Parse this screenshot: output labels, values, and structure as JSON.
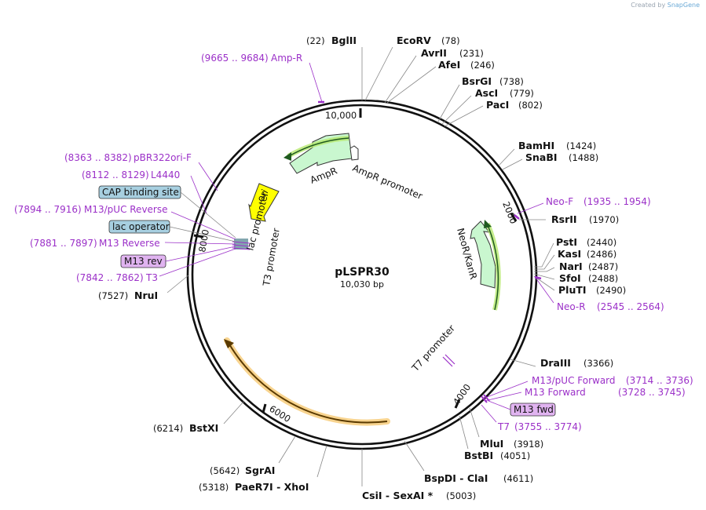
{
  "credit": {
    "prefix": "Created by",
    "brand": "SnapGene"
  },
  "plasmid": {
    "name": "pLSPR30",
    "size_label": "10,030 bp"
  },
  "ruler_ticks": [
    "10,000",
    "2000",
    "4000",
    "6000",
    "8000"
  ],
  "sites": [
    {
      "name": "BglII",
      "pos": "(22)"
    },
    {
      "name": "EcoRV",
      "pos": "(78)"
    },
    {
      "name": "AvrII",
      "pos": "(231)"
    },
    {
      "name": "AfeI",
      "pos": "(246)"
    },
    {
      "name": "BsrGI",
      "pos": "(738)"
    },
    {
      "name": "AscI",
      "pos": "(779)"
    },
    {
      "name": "PacI",
      "pos": "(802)"
    },
    {
      "name": "BamHI",
      "pos": "(1424)"
    },
    {
      "name": "SnaBI",
      "pos": "(1488)"
    },
    {
      "name": "RsrII",
      "pos": "(1970)"
    },
    {
      "name": "PstI",
      "pos": "(2440)"
    },
    {
      "name": "KasI",
      "pos": "(2486)"
    },
    {
      "name": "NarI",
      "pos": "(2487)"
    },
    {
      "name": "SfoI",
      "pos": "(2488)"
    },
    {
      "name": "PluTI",
      "pos": "(2490)"
    },
    {
      "name": "DraIII",
      "pos": "(3366)"
    },
    {
      "name": "MluI",
      "pos": "(3918)"
    },
    {
      "name": "BstBI",
      "pos": "(4051)"
    },
    {
      "name": "BspDI - ClaI",
      "pos": "(4611)"
    },
    {
      "name": "CsiI - SexAI *",
      "pos": "(5003)"
    },
    {
      "name": "PaeR7I - XhoI",
      "pos": "(5318)"
    },
    {
      "name": "SgrAI",
      "pos": "(5642)"
    },
    {
      "name": "BstXI",
      "pos": "(6214)"
    },
    {
      "name": "NruI",
      "pos": "(7527)"
    }
  ],
  "primers": [
    {
      "name": "Amp-R",
      "range": "(9665 .. 9684)"
    },
    {
      "name": "pBR322ori-F",
      "range": "(8363 .. 8382)"
    },
    {
      "name": "L4440",
      "range": "(8112 .. 8129)"
    },
    {
      "name": "M13/pUC Reverse",
      "range": "(7894 .. 7916)"
    },
    {
      "name": "M13 Reverse",
      "range": "(7881 .. 7897)"
    },
    {
      "name": "T3",
      "range": "(7842 .. 7862)"
    },
    {
      "name": "Neo-F",
      "range": "(1935 .. 1954)"
    },
    {
      "name": "Neo-R",
      "range": "(2545 .. 2564)"
    },
    {
      "name": "M13/pUC Forward",
      "range": "(3714 .. 3736)"
    },
    {
      "name": "M13 Forward",
      "range": "(3728 .. 3745)"
    },
    {
      "name": "T7",
      "range": "(3755 .. 3774)"
    }
  ],
  "boxed_features": [
    {
      "name": "CAP binding site",
      "color": "#a7cfe0"
    },
    {
      "name": "lac operator",
      "color": "#a7cfe0"
    },
    {
      "name": "M13 rev",
      "color": "#e0b3f0"
    },
    {
      "name": "M13 fwd",
      "color": "#e0b3f0"
    }
  ],
  "features": [
    {
      "name": "AmpR",
      "color": "#c9f7cf"
    },
    {
      "name": "AmpR promoter",
      "color": "#ffffff"
    },
    {
      "name": "ori",
      "color": "#ffff00"
    },
    {
      "name": "NeoR/KanR",
      "color": "#c9f7cf"
    },
    {
      "name": "lac promoter",
      "color": "#ffffff"
    },
    {
      "name": "T3 promoter",
      "color": "#ffffff"
    },
    {
      "name": "T7 promoter",
      "color": "#ffffff"
    }
  ],
  "colors": {
    "primer": "#9b30c8",
    "highlight_green": "#b6e86e",
    "highlight_orange": "#f6c66a",
    "backbone": "#111111"
  }
}
